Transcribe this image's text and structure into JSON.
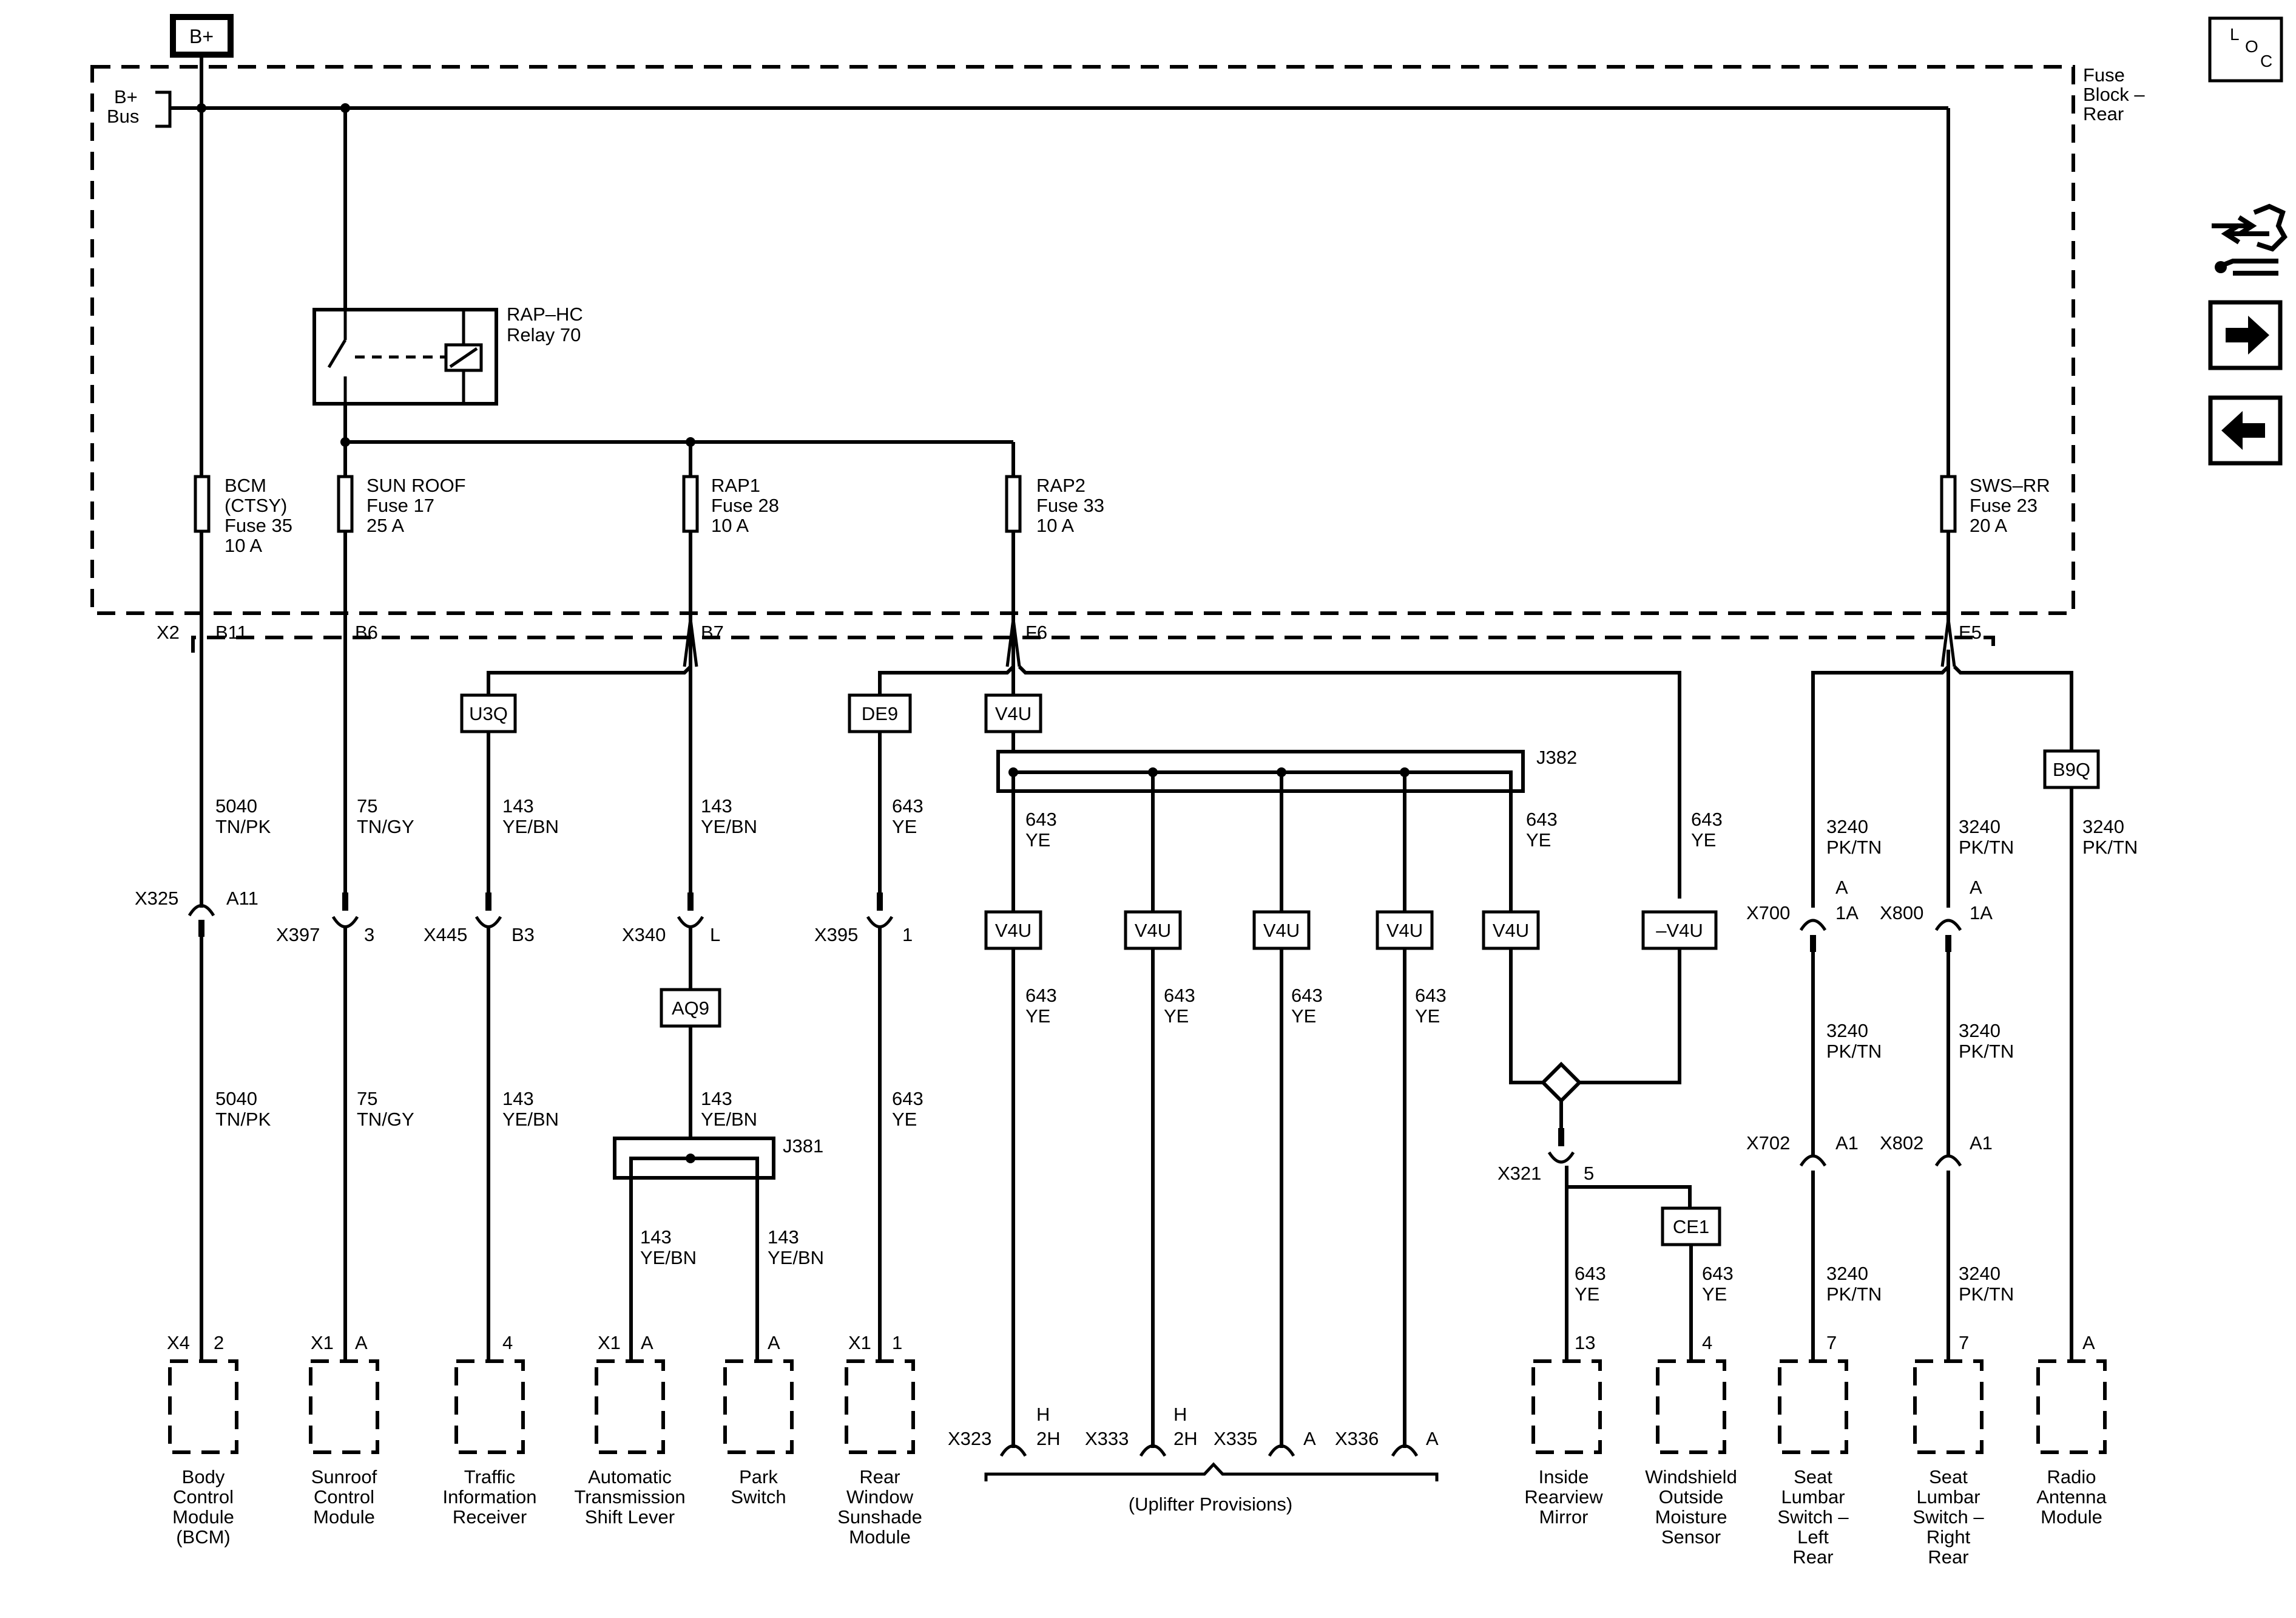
{
  "b_plus": "B+",
  "bus_label": [
    "B+",
    "Bus"
  ],
  "fuse_block_label": [
    "Fuse",
    "Block –",
    "Rear"
  ],
  "connector_x2": "X2",
  "relay_label": [
    "RAP–HC",
    "Relay 70"
  ],
  "fuses": [
    {
      "lines": [
        "BCM",
        "(CTSY)",
        "Fuse 35",
        "10 A"
      ],
      "pin": "B11"
    },
    {
      "lines": [
        "SUN ROOF",
        "Fuse 17",
        "25 A"
      ],
      "pin": "B6"
    },
    {
      "lines": [
        "RAP1",
        "Fuse 28",
        "10 A"
      ],
      "pin": "B7"
    },
    {
      "lines": [
        "RAP2",
        "Fuse 33",
        "10 A"
      ],
      "pin": "F6"
    },
    {
      "lines": [
        "SWS–RR",
        "Fuse 23",
        "20 A"
      ],
      "pin": "E5"
    }
  ],
  "options": [
    "U3Q",
    "DE9",
    "V4U",
    "B9Q",
    "AQ9",
    "CE1",
    "–V4U"
  ],
  "splices": [
    "J382",
    "J381"
  ],
  "wires": {
    "bcm": [
      "5040",
      "TN/PK"
    ],
    "sunroof": [
      "75",
      "TN/GY"
    ],
    "ye_bn": [
      "143",
      "YE/BN"
    ],
    "ye": [
      "643",
      "YE"
    ],
    "pk_tn": [
      "3240",
      "PK/TN"
    ]
  },
  "connectors": [
    {
      "id": "X325",
      "pin": "A11"
    },
    {
      "id": "X397",
      "pin": "3"
    },
    {
      "id": "X445",
      "pin": "B3"
    },
    {
      "id": "X340",
      "pin": "L"
    },
    {
      "id": "X395",
      "pin": "1"
    },
    {
      "id": "X700",
      "pin": "A",
      "pin2": "1A"
    },
    {
      "id": "X800",
      "pin": "A",
      "pin2": "1A"
    },
    {
      "id": "X702",
      "pin": "A1"
    },
    {
      "id": "X802",
      "pin": "A1"
    },
    {
      "id": "X321",
      "pin": "5"
    },
    {
      "id": "X323",
      "pin": "H",
      "pin2": "2H"
    },
    {
      "id": "X333",
      "pin": "H",
      "pin2": "2H"
    },
    {
      "id": "X335",
      "pin": "A"
    },
    {
      "id": "X336",
      "pin": "A"
    }
  ],
  "module_pins": [
    {
      "conn": "X4",
      "pin": "2"
    },
    {
      "conn": "X1",
      "pin": "A"
    },
    {
      "conn": "",
      "pin": "4"
    },
    {
      "conn": "X1",
      "pin": "A"
    },
    {
      "conn": "",
      "pin": "A"
    },
    {
      "conn": "X1",
      "pin": "1"
    },
    {
      "conn": "",
      "pin": "13"
    },
    {
      "conn": "",
      "pin": "4"
    },
    {
      "conn": "",
      "pin": "7"
    },
    {
      "conn": "",
      "pin": "7"
    },
    {
      "conn": "",
      "pin": "A"
    }
  ],
  "modules": [
    [
      "Body",
      "Control",
      "Module",
      "(BCM)"
    ],
    [
      "Sunroof",
      "Control",
      "Module"
    ],
    [
      "Traffic",
      "Information",
      "Receiver"
    ],
    [
      "Automatic",
      "Transmission",
      "Shift Lever"
    ],
    [
      "Park",
      "Switch"
    ],
    [
      "Rear",
      "Window",
      "Sunshade",
      "Module"
    ],
    [
      "Inside",
      "Rearview",
      "Mirror"
    ],
    [
      "Windshield",
      "Outside",
      "Moisture",
      "Sensor"
    ],
    [
      "Seat",
      "Lumbar",
      "Switch –",
      "Left",
      "Rear"
    ],
    [
      "Seat",
      "Lumbar",
      "Switch –",
      "Right",
      "Rear"
    ],
    [
      "Radio",
      "Antenna",
      "Module"
    ]
  ],
  "uplifter_label": "(Uplifter Provisions)",
  "nav": {
    "loc": [
      "L",
      "O",
      "C"
    ],
    "service_icon": "connector-service-icon",
    "next_icon": "right-arrow-icon",
    "prev_icon": "left-arrow-icon"
  }
}
